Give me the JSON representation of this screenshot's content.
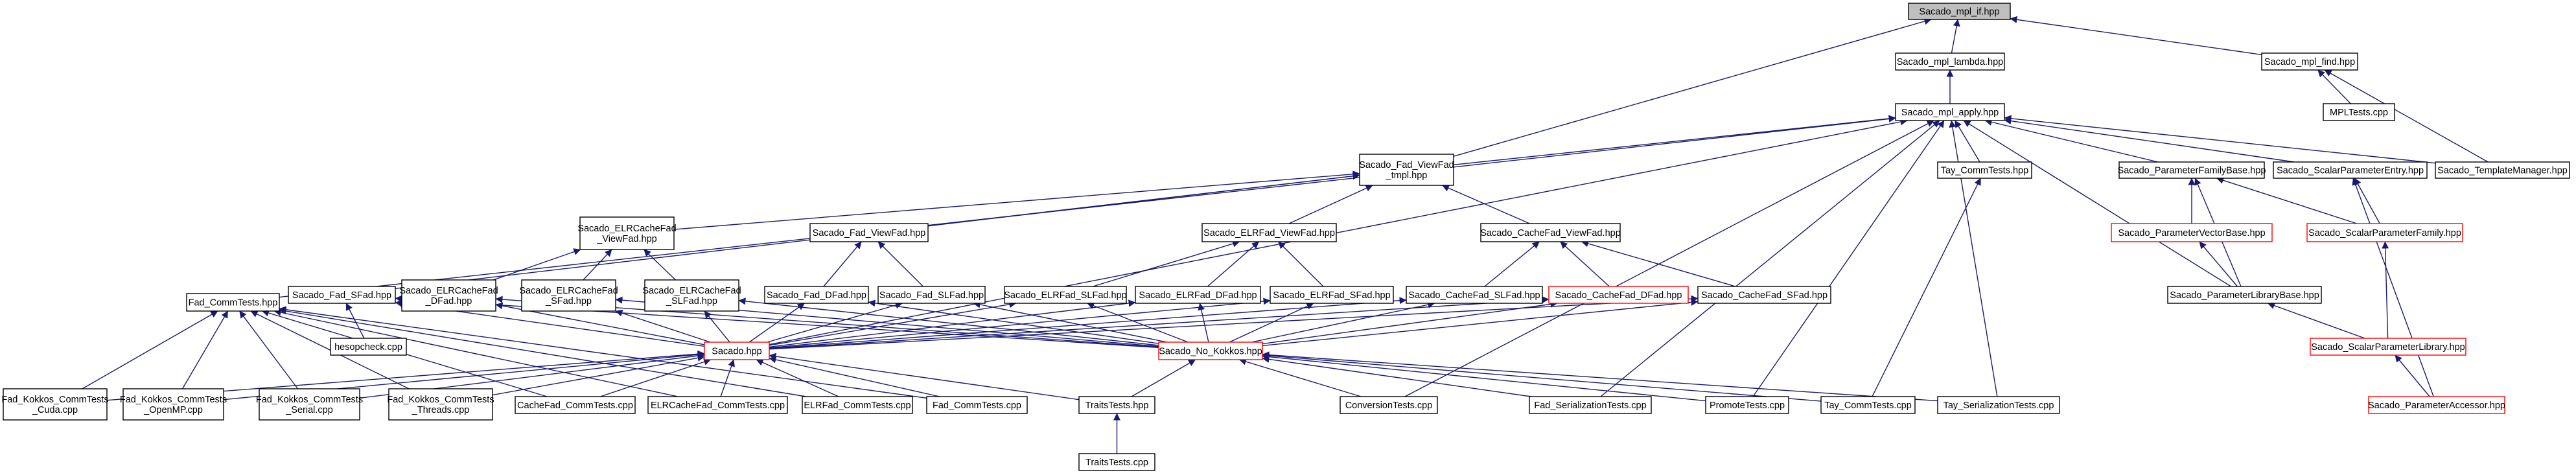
{
  "graph": {
    "colors": {
      "edge": "#191970",
      "border": "#000000",
      "truncated_border": "#ff0000",
      "root_fill": "#bfbfbf",
      "background": "#ffffff"
    },
    "nodes": [
      {
        "id": "mpl_if",
        "lines": [
          "Sacado_mpl_if.hpp"
        ],
        "root": true
      },
      {
        "id": "mpl_lambda",
        "lines": [
          "Sacado_mpl_lambda.hpp"
        ]
      },
      {
        "id": "mpl_find",
        "lines": [
          "Sacado_mpl_find.hpp"
        ]
      },
      {
        "id": "mpltests",
        "lines": [
          "MPLTests.cpp"
        ]
      },
      {
        "id": "mpl_apply",
        "lines": [
          "Sacado_mpl_apply.hpp"
        ]
      },
      {
        "id": "fad_viewfad_tmpl",
        "lines": [
          "Sacado_Fad_ViewFad",
          "_tmpl.hpp"
        ]
      },
      {
        "id": "tay_commtests_hpp",
        "lines": [
          "Tay_CommTests.hpp"
        ]
      },
      {
        "id": "param_family_base",
        "lines": [
          "Sacado_ParameterFamilyBase.hpp"
        ]
      },
      {
        "id": "scalar_param_entry",
        "lines": [
          "Sacado_ScalarParameterEntry.hpp"
        ]
      },
      {
        "id": "template_manager",
        "lines": [
          "Sacado_TemplateManager.hpp"
        ]
      },
      {
        "id": "elrcachefad_viewfad",
        "lines": [
          "Sacado_ELRCacheFad",
          "_ViewFad.hpp"
        ]
      },
      {
        "id": "fad_viewfad",
        "lines": [
          "Sacado_Fad_ViewFad.hpp"
        ]
      },
      {
        "id": "elrfad_viewfad",
        "lines": [
          "Sacado_ELRFad_ViewFad.hpp"
        ]
      },
      {
        "id": "cachefad_viewfad",
        "lines": [
          "Sacado_CacheFad_ViewFad.hpp"
        ]
      },
      {
        "id": "param_vector_base",
        "lines": [
          "Sacado_ParameterVectorBase.hpp"
        ],
        "red": true
      },
      {
        "id": "scalar_param_family",
        "lines": [
          "Sacado_ScalarParameterFamily.hpp"
        ],
        "red": true
      },
      {
        "id": "fad_commtests_hpp",
        "lines": [
          "Fad_CommTests.hpp"
        ]
      },
      {
        "id": "fad_sfad",
        "lines": [
          "Sacado_Fad_SFad.hpp"
        ]
      },
      {
        "id": "elrcachefad_dfad",
        "lines": [
          "Sacado_ELRCacheFad",
          "_DFad.hpp"
        ]
      },
      {
        "id": "elrcachefad_sfad",
        "lines": [
          "Sacado_ELRCacheFad",
          "_SFad.hpp"
        ]
      },
      {
        "id": "elrcachefad_slfad",
        "lines": [
          "Sacado_ELRCacheFad",
          "_SLFad.hpp"
        ]
      },
      {
        "id": "fad_dfad",
        "lines": [
          "Sacado_Fad_DFad.hpp"
        ]
      },
      {
        "id": "fad_slfad",
        "lines": [
          "Sacado_Fad_SLFad.hpp"
        ]
      },
      {
        "id": "elrfad_slfad",
        "lines": [
          "Sacado_ELRFad_SLFad.hpp"
        ]
      },
      {
        "id": "elrfad_dfad",
        "lines": [
          "Sacado_ELRFad_DFad.hpp"
        ]
      },
      {
        "id": "elrfad_sfad",
        "lines": [
          "Sacado_ELRFad_SFad.hpp"
        ]
      },
      {
        "id": "cachefad_slfad",
        "lines": [
          "Sacado_CacheFad_SLFad.hpp"
        ]
      },
      {
        "id": "cachefad_dfad",
        "lines": [
          "Sacado_CacheFad_DFad.hpp"
        ],
        "red": true
      },
      {
        "id": "cachefad_sfad",
        "lines": [
          "Sacado_CacheFad_SFad.hpp"
        ]
      },
      {
        "id": "param_library_base",
        "lines": [
          "Sacado_ParameterLibraryBase.hpp"
        ]
      },
      {
        "id": "hesopcheck",
        "lines": [
          "hesopcheck.cpp"
        ]
      },
      {
        "id": "sacado_hpp",
        "lines": [
          "Sacado.hpp"
        ],
        "red": true
      },
      {
        "id": "sacado_no_kokkos",
        "lines": [
          "Sacado_No_Kokkos.hpp"
        ],
        "red": true
      },
      {
        "id": "scalar_param_library",
        "lines": [
          "Sacado_ScalarParameterLibrary.hpp"
        ],
        "red": true
      },
      {
        "id": "fad_kokkos_cuda",
        "lines": [
          "Fad_Kokkos_CommTests",
          "_Cuda.cpp"
        ]
      },
      {
        "id": "fad_kokkos_openmp",
        "lines": [
          "Fad_Kokkos_CommTests",
          "_OpenMP.cpp"
        ]
      },
      {
        "id": "fad_kokkos_serial",
        "lines": [
          "Fad_Kokkos_CommTests",
          "_Serial.cpp"
        ]
      },
      {
        "id": "fad_kokkos_threads",
        "lines": [
          "Fad_Kokkos_CommTests",
          "_Threads.cpp"
        ]
      },
      {
        "id": "cachefad_commtests",
        "lines": [
          "CacheFad_CommTests.cpp"
        ]
      },
      {
        "id": "elrcachefad_commtests",
        "lines": [
          "ELRCacheFad_CommTests.cpp"
        ]
      },
      {
        "id": "elrfad_commtests",
        "lines": [
          "ELRFad_CommTests.cpp"
        ]
      },
      {
        "id": "fad_commtests_cpp",
        "lines": [
          "Fad_CommTests.cpp"
        ]
      },
      {
        "id": "traits_tests_hpp",
        "lines": [
          "TraitsTests.hpp"
        ]
      },
      {
        "id": "conversion_tests",
        "lines": [
          "ConversionTests.cpp"
        ]
      },
      {
        "id": "fad_serialization_tests",
        "lines": [
          "Fad_SerializationTests.cpp"
        ]
      },
      {
        "id": "promote_tests",
        "lines": [
          "PromoteTests.cpp"
        ]
      },
      {
        "id": "tay_commtests_cpp",
        "lines": [
          "Tay_CommTests.cpp"
        ]
      },
      {
        "id": "tay_serialization_tests",
        "lines": [
          "Tay_SerializationTests.cpp"
        ]
      },
      {
        "id": "param_accessor",
        "lines": [
          "Sacado_ParameterAccessor.hpp"
        ],
        "red": true
      },
      {
        "id": "traits_tests_cpp",
        "lines": [
          "TraitsTests.cpp"
        ]
      }
    ],
    "edges": [
      [
        "mpl_lambda",
        "mpl_if"
      ],
      [
        "mpl_find",
        "mpl_if"
      ],
      [
        "fad_viewfad_tmpl",
        "mpl_if"
      ],
      [
        "mpl_apply",
        "mpl_lambda"
      ],
      [
        "mpltests",
        "mpl_find"
      ],
      [
        "template_manager",
        "mpl_find"
      ],
      [
        "fad_viewfad_tmpl",
        "mpl_apply"
      ],
      [
        "tay_commtests_hpp",
        "mpl_apply"
      ],
      [
        "param_family_base",
        "mpl_apply"
      ],
      [
        "scalar_param_entry",
        "mpl_apply"
      ],
      [
        "template_manager",
        "mpl_apply"
      ],
      [
        "fad_commtests_hpp",
        "mpl_apply"
      ],
      [
        "param_library_base",
        "mpl_apply"
      ],
      [
        "conversion_tests",
        "mpl_apply"
      ],
      [
        "fad_serialization_tests",
        "mpl_apply"
      ],
      [
        "promote_tests",
        "mpl_apply"
      ],
      [
        "tay_serialization_tests",
        "mpl_apply"
      ],
      [
        "sacado_hpp",
        "mpl_apply"
      ],
      [
        "elrcachefad_viewfad",
        "fad_viewfad_tmpl"
      ],
      [
        "fad_viewfad",
        "fad_viewfad_tmpl"
      ],
      [
        "elrfad_viewfad",
        "fad_viewfad_tmpl"
      ],
      [
        "cachefad_viewfad",
        "fad_viewfad_tmpl"
      ],
      [
        "fad_sfad",
        "fad_viewfad_tmpl"
      ],
      [
        "tay_commtests_cpp",
        "tay_commtests_hpp"
      ],
      [
        "param_vector_base",
        "param_family_base"
      ],
      [
        "scalar_param_family",
        "param_family_base"
      ],
      [
        "param_library_base",
        "param_family_base"
      ],
      [
        "scalar_param_family",
        "scalar_param_entry"
      ],
      [
        "param_accessor",
        "scalar_param_entry"
      ],
      [
        "elrcachefad_dfad",
        "elrcachefad_viewfad"
      ],
      [
        "elrcachefad_sfad",
        "elrcachefad_viewfad"
      ],
      [
        "elrcachefad_slfad",
        "elrcachefad_viewfad"
      ],
      [
        "fad_dfad",
        "fad_viewfad"
      ],
      [
        "fad_slfad",
        "fad_viewfad"
      ],
      [
        "elrfad_slfad",
        "elrfad_viewfad"
      ],
      [
        "elrfad_dfad",
        "elrfad_viewfad"
      ],
      [
        "elrfad_sfad",
        "elrfad_viewfad"
      ],
      [
        "cachefad_slfad",
        "cachefad_viewfad"
      ],
      [
        "cachefad_dfad",
        "cachefad_viewfad"
      ],
      [
        "cachefad_sfad",
        "cachefad_viewfad"
      ],
      [
        "param_library_base",
        "param_vector_base"
      ],
      [
        "scalar_param_library",
        "scalar_param_family"
      ],
      [
        "fad_kokkos_cuda",
        "fad_commtests_hpp"
      ],
      [
        "fad_kokkos_openmp",
        "fad_commtests_hpp"
      ],
      [
        "fad_kokkos_serial",
        "fad_commtests_hpp"
      ],
      [
        "fad_kokkos_threads",
        "fad_commtests_hpp"
      ],
      [
        "cachefad_commtests",
        "fad_commtests_hpp"
      ],
      [
        "elrcachefad_commtests",
        "fad_commtests_hpp"
      ],
      [
        "elrfad_commtests",
        "fad_commtests_hpp"
      ],
      [
        "fad_commtests_cpp",
        "fad_commtests_hpp"
      ],
      [
        "hesopcheck",
        "fad_sfad"
      ],
      [
        "sacado_hpp",
        "fad_sfad"
      ],
      [
        "sacado_no_kokkos",
        "fad_sfad"
      ],
      [
        "sacado_hpp",
        "elrcachefad_dfad"
      ],
      [
        "sacado_no_kokkos",
        "elrcachefad_dfad"
      ],
      [
        "sacado_hpp",
        "elrcachefad_sfad"
      ],
      [
        "sacado_no_kokkos",
        "elrcachefad_sfad"
      ],
      [
        "sacado_hpp",
        "elrcachefad_slfad"
      ],
      [
        "sacado_no_kokkos",
        "elrcachefad_slfad"
      ],
      [
        "sacado_hpp",
        "fad_dfad"
      ],
      [
        "sacado_no_kokkos",
        "fad_dfad"
      ],
      [
        "sacado_hpp",
        "fad_slfad"
      ],
      [
        "sacado_no_kokkos",
        "fad_slfad"
      ],
      [
        "sacado_hpp",
        "elrfad_slfad"
      ],
      [
        "sacado_no_kokkos",
        "elrfad_slfad"
      ],
      [
        "sacado_hpp",
        "elrfad_dfad"
      ],
      [
        "sacado_no_kokkos",
        "elrfad_dfad"
      ],
      [
        "sacado_hpp",
        "elrfad_sfad"
      ],
      [
        "sacado_no_kokkos",
        "elrfad_sfad"
      ],
      [
        "sacado_hpp",
        "cachefad_slfad"
      ],
      [
        "sacado_no_kokkos",
        "cachefad_slfad"
      ],
      [
        "sacado_hpp",
        "cachefad_dfad"
      ],
      [
        "sacado_no_kokkos",
        "cachefad_dfad"
      ],
      [
        "sacado_hpp",
        "cachefad_sfad"
      ],
      [
        "sacado_no_kokkos",
        "cachefad_sfad"
      ],
      [
        "scalar_param_library",
        "param_library_base"
      ],
      [
        "param_accessor",
        "scalar_param_library"
      ],
      [
        "fad_kokkos_cuda",
        "sacado_hpp"
      ],
      [
        "fad_kokkos_openmp",
        "sacado_hpp"
      ],
      [
        "fad_kokkos_serial",
        "sacado_hpp"
      ],
      [
        "fad_kokkos_threads",
        "sacado_hpp"
      ],
      [
        "cachefad_commtests",
        "sacado_hpp"
      ],
      [
        "elrcachefad_commtests",
        "sacado_hpp"
      ],
      [
        "elrfad_commtests",
        "sacado_hpp"
      ],
      [
        "fad_commtests_cpp",
        "sacado_hpp"
      ],
      [
        "traits_tests_hpp",
        "sacado_hpp"
      ],
      [
        "traits_tests_hpp",
        "sacado_no_kokkos"
      ],
      [
        "conversion_tests",
        "sacado_no_kokkos"
      ],
      [
        "fad_serialization_tests",
        "sacado_no_kokkos"
      ],
      [
        "promote_tests",
        "sacado_no_kokkos"
      ],
      [
        "tay_commtests_cpp",
        "sacado_no_kokkos"
      ],
      [
        "tay_serialization_tests",
        "sacado_no_kokkos"
      ],
      [
        "traits_tests_cpp",
        "traits_tests_hpp"
      ]
    ]
  }
}
